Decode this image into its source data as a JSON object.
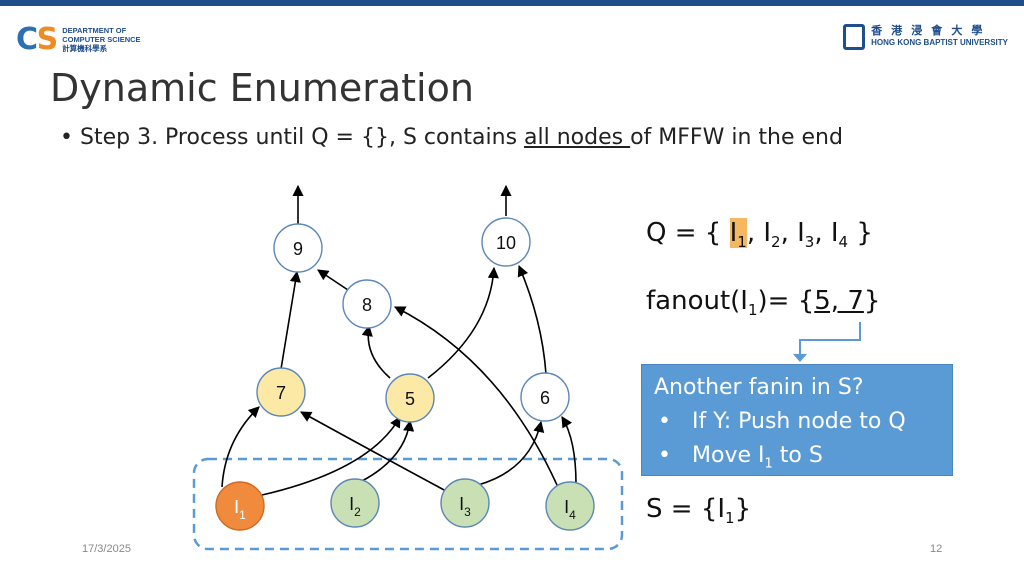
{
  "header": {
    "dept_lines": [
      "DEPARTMENT OF",
      "COMPUTER SCIENCE",
      "計算機科學系"
    ],
    "univ_zh": "香 港 浸 會 大 學",
    "univ_en": "HONG KONG BAPTIST UNIVERSITY"
  },
  "slide": {
    "title": "Dynamic Enumeration",
    "bullet_prefix": "Step 3. Process until Q = {}, S contains ",
    "bullet_underlined": "all nodes ",
    "bullet_suffix": "of MFFW in the end"
  },
  "graph": {
    "nodes": [
      {
        "label": "9",
        "color": "#ffffff"
      },
      {
        "label": "10",
        "color": "#ffffff"
      },
      {
        "label": "8",
        "color": "#ffffff"
      },
      {
        "label": "7",
        "color": "#fde9a6"
      },
      {
        "label": "5",
        "color": "#fde9a6"
      },
      {
        "label": "6",
        "color": "#ffffff"
      },
      {
        "label": "I",
        "sub": "1",
        "color": "#f08a3c"
      },
      {
        "label": "I",
        "sub": "2",
        "color": "#c9e0b4"
      },
      {
        "label": "I",
        "sub": "3",
        "color": "#c9e0b4"
      },
      {
        "label": "I",
        "sub": "4",
        "color": "#c9e0b4"
      }
    ]
  },
  "queue": {
    "prefix": "Q = { ",
    "items": [
      {
        "main": "I",
        "sub": "1"
      },
      {
        "main": "I",
        "sub": "2"
      },
      {
        "main": "I",
        "sub": "3"
      },
      {
        "main": "I",
        "sub": "4"
      }
    ],
    "suffix": " }"
  },
  "fanout": {
    "prefix": "fanout(I",
    "sub": "1",
    "middle": ")= {",
    "underlined": "5, 7",
    "suffix": "}"
  },
  "infobox": {
    "line1": "Another fanin in S?",
    "bullet1": "If Y: Push node to Q",
    "bullet2_pre": "Move I",
    "bullet2_sub": "1",
    "bullet2_post": " to S",
    "bullet_glyph": "•"
  },
  "set_s": {
    "prefix": "S = {I",
    "sub": "1",
    "suffix": "}"
  },
  "footer": {
    "date": "17/3/2025",
    "page": "12"
  },
  "colors": {
    "accent": "#1f4e8c",
    "infobox": "#5b9bd5",
    "highlight": "#f5b860",
    "dashed": "#5b9bd5"
  }
}
